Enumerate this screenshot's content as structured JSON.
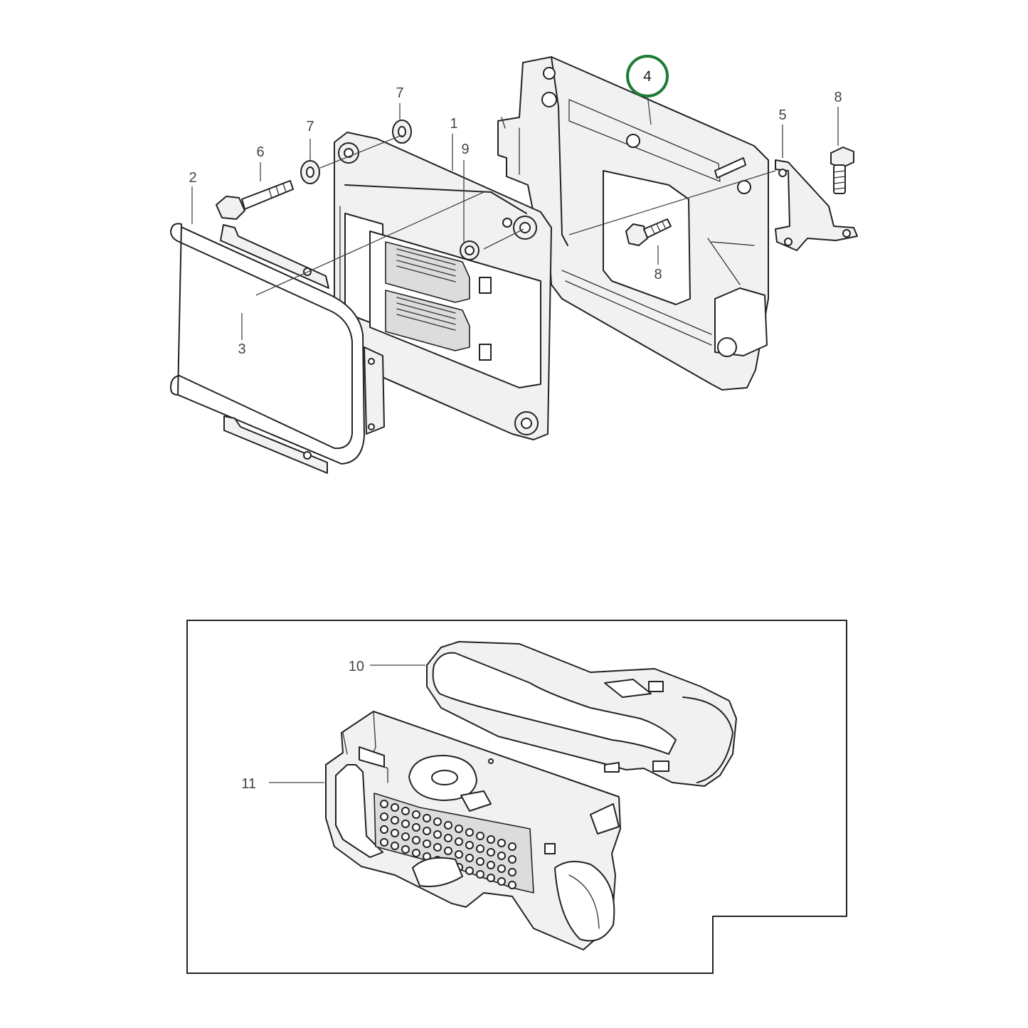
{
  "callouts": {
    "c1": "1",
    "c2": "2",
    "c3": "3",
    "c4": "4",
    "c5": "5",
    "c6": "6",
    "c7a": "7",
    "c7b": "7",
    "c8a": "8",
    "c8b": "8",
    "c9": "9",
    "c10": "10",
    "c11": "11"
  },
  "highlight": {
    "callout": "4",
    "color": "#1e7b34"
  },
  "colors": {
    "line": "#222222",
    "label": "#444444",
    "fill_light": "#f1f1f1",
    "fill_dark": "#dcdcdc"
  }
}
